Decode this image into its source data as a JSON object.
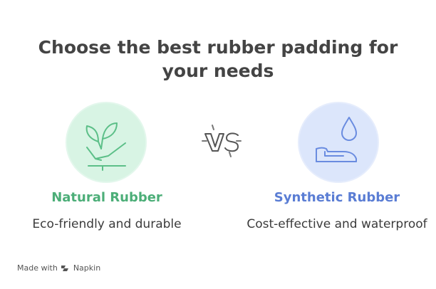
{
  "title": "Choose the best rubber padding for your needs",
  "vs_text": "VS",
  "options": [
    {
      "name": "Natural Rubber",
      "description": "Eco-friendly and durable",
      "icon": "plant-sprout-icon",
      "accent_color": "#4cae78",
      "circle_color": "#d8f4e4"
    },
    {
      "name": "Synthetic Rubber",
      "description": "Cost-effective and waterproof",
      "icon": "water-drop-shoe-icon",
      "accent_color": "#5a7dd4",
      "circle_color": "#dce6fb"
    }
  ],
  "footer": {
    "made_with": "Made with",
    "brand": "Napkin"
  }
}
